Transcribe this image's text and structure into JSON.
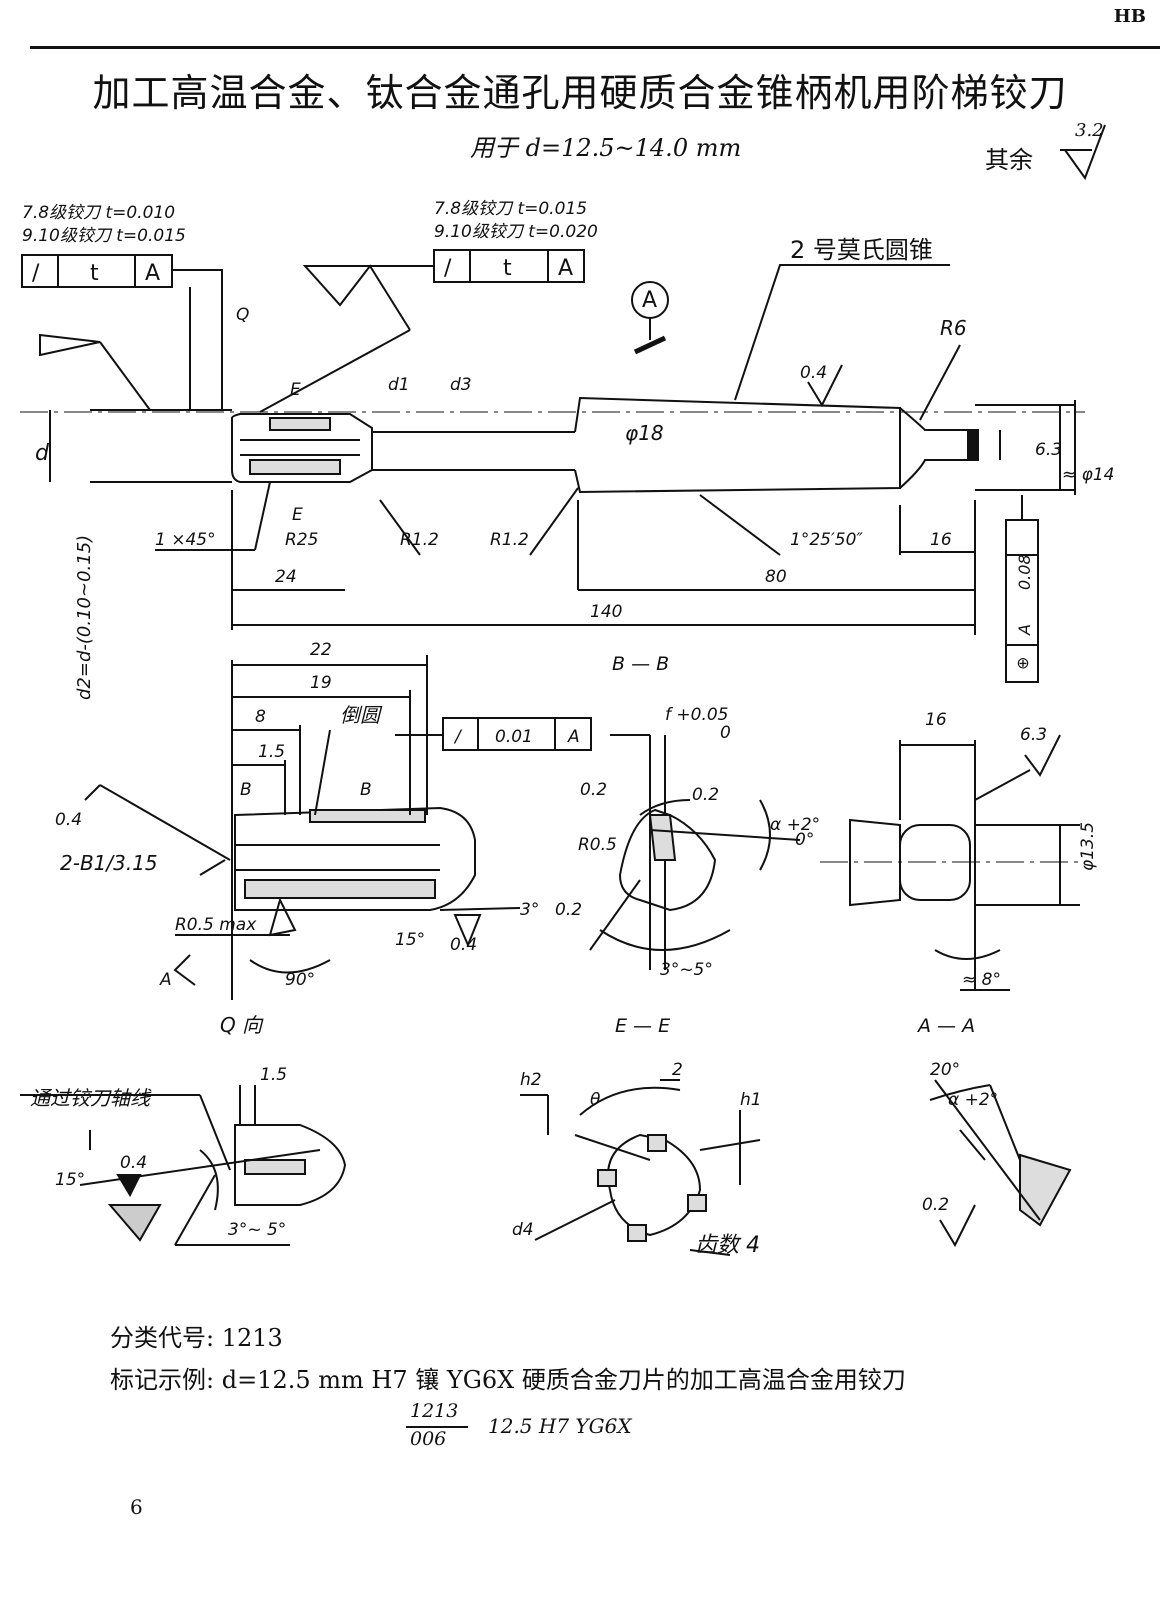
{
  "header": {
    "code": "HB"
  },
  "title": "加工高温合金、钛合金通孔用硬质合金锥柄机用阶梯铰刀",
  "subtitle": "用于 d=12.5~14.0 mm",
  "surface_rest": {
    "label": "其余",
    "value": "3.2"
  },
  "tolerances": {
    "left_note_1": "7.8级铰刀 t=0.010",
    "left_note_2": "9.10级铰刀 t=0.015",
    "right_note_1": "7.8级铰刀 t=0.015",
    "right_note_2": "9.10级铰刀 t=0.020",
    "frame_sym": "/",
    "frame_t": "t",
    "frame_ref": "A",
    "runout_val": "0.01",
    "pos_val": "0.08",
    "pos_sym": "⊕"
  },
  "labels": {
    "morse": "2 号莫氏圆锥",
    "datum_A": "A",
    "q_mark": "Q",
    "E": "E",
    "d": "d",
    "d1": "d1",
    "d3": "d3",
    "phi18": "φ18",
    "R6": "R6",
    "r04": "0.4",
    "r63_dim": "6.3",
    "phi14": "≈ φ14",
    "d2": "d2=d-(0.10~0.15)",
    "chamfer": "1 ×45°",
    "R25": "R25",
    "R12a": "R1.2",
    "R12b": "R1.2",
    "taper": "1°25′50″",
    "dim16": "16",
    "dim24": "24",
    "dim80": "80",
    "dim140": "140",
    "dim22": "22",
    "dim19": "19",
    "dim8": "8",
    "chamfer_cn": "倒圆",
    "dim15": "1.5",
    "B": "B",
    "BB": "B — B",
    "f_tol": "f +0.05",
    "f_low": "0",
    "r02": "0.2",
    "R05": "R0.5",
    "alpha": "α +2°",
    "alpha_low": "0°",
    "angle35": "3°~5°",
    "dim16b": "16",
    "r63": "6.3",
    "phi135": "φ13.5",
    "approx8": "≈ 8°",
    "center_hole": "2-B1/3.15",
    "R05max": "R0.5 max",
    "A": "A",
    "deg90": "90°",
    "deg15": "15°",
    "deg3": "3°",
    "Q_view": "Q 向",
    "EE": "E — E",
    "AA": "A — A",
    "axis_note": "通过铰刀轴线",
    "deg15b": "15°",
    "deg20": "20°",
    "h2": "h2",
    "h1": "h1",
    "theta": "θ",
    "two": "2",
    "d4": "d4",
    "teeth": "齿数 4",
    "angle35b": "3°~ 5°"
  },
  "footer": {
    "classification": "分类代号: 1213",
    "marking": "标记示例: d=12.5 mm H7 镶 YG6X 硬质合金刀片的加工高温合金用铰刀",
    "code_num": "1213",
    "code_den": "006",
    "code_rest": "12.5 H7 YG6X",
    "page": "6"
  }
}
